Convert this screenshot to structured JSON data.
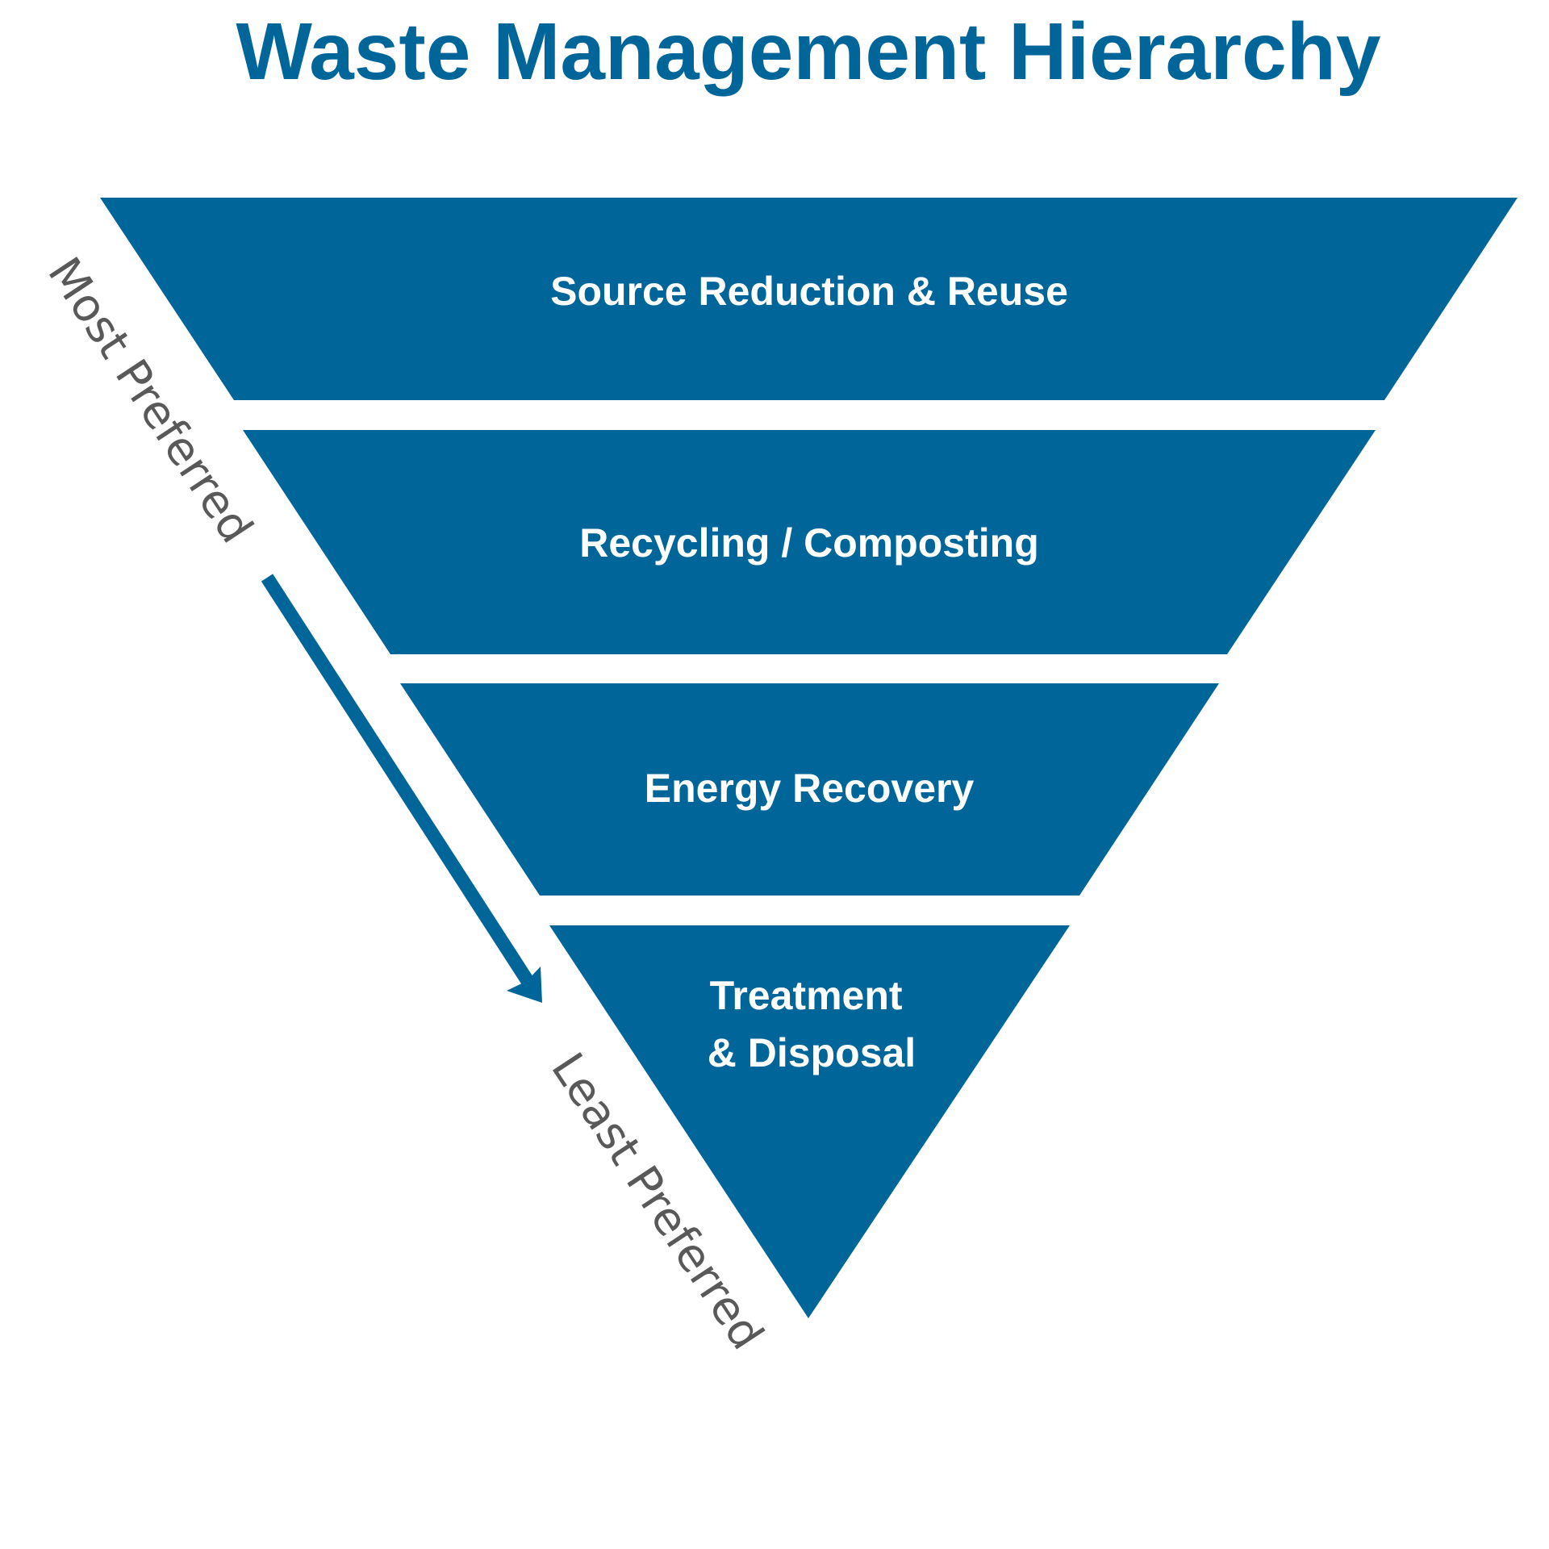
{
  "title": "Waste Management Hierarchy",
  "tiers": [
    {
      "label_lines": [
        "Source Reduction & Reuse"
      ]
    },
    {
      "label_lines": [
        "Recycling / Composting"
      ]
    },
    {
      "label_lines": [
        "Energy Recovery"
      ]
    },
    {
      "label_lines": [
        "Treatment",
        "& Disposal"
      ]
    }
  ],
  "arrow": {
    "start_label": "Most Preferred",
    "end_label": "Least Preferred"
  },
  "colors": {
    "title": "#006699",
    "tier_fill": "#006699",
    "tier_text": "#ffffff",
    "arrow": "#006699",
    "side_text": "#595959",
    "background": "#ffffff"
  }
}
